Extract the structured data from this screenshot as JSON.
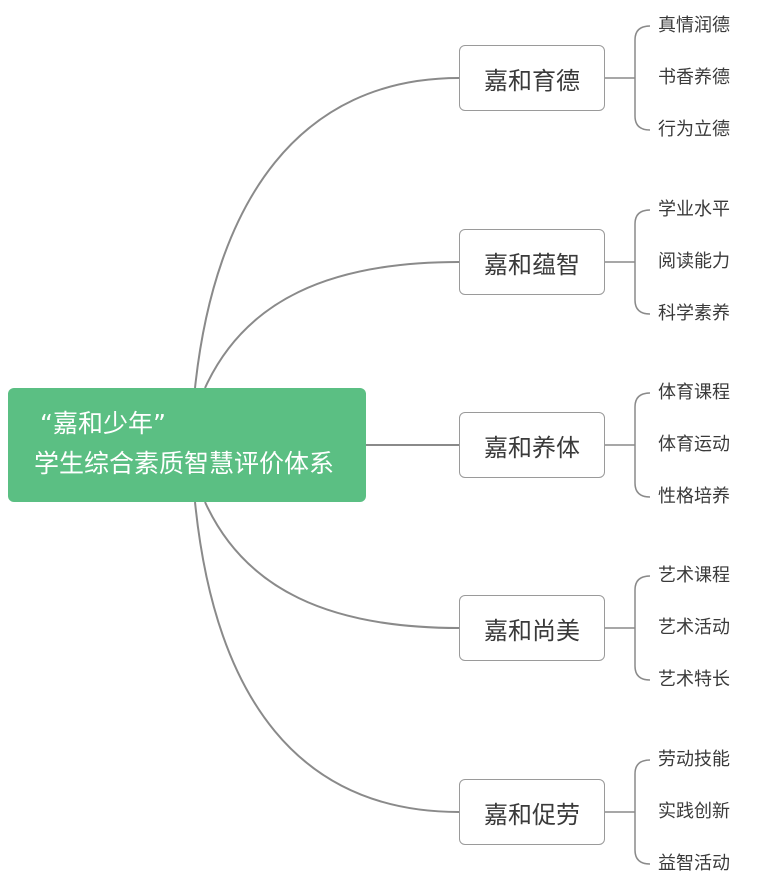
{
  "root": {
    "line1": "“嘉和少年”",
    "line2": "学生综合素质智慧评价体系",
    "color": "#5bbf83"
  },
  "branches": [
    {
      "label": "嘉和育德",
      "leaves": [
        "真情润德",
        "书香养德",
        "行为立德"
      ]
    },
    {
      "label": "嘉和蕴智",
      "leaves": [
        "学业水平",
        "阅读能力",
        "科学素养"
      ]
    },
    {
      "label": "嘉和养体",
      "leaves": [
        "体育课程",
        "体育运动",
        "性格培养"
      ]
    },
    {
      "label": "嘉和尚美",
      "leaves": [
        "艺术课程",
        "艺术活动",
        "艺术特长"
      ]
    },
    {
      "label": "嘉和促劳",
      "leaves": [
        "劳动技能",
        "实践创新",
        "益智活动"
      ]
    }
  ],
  "line_color": "#8a8a8a"
}
